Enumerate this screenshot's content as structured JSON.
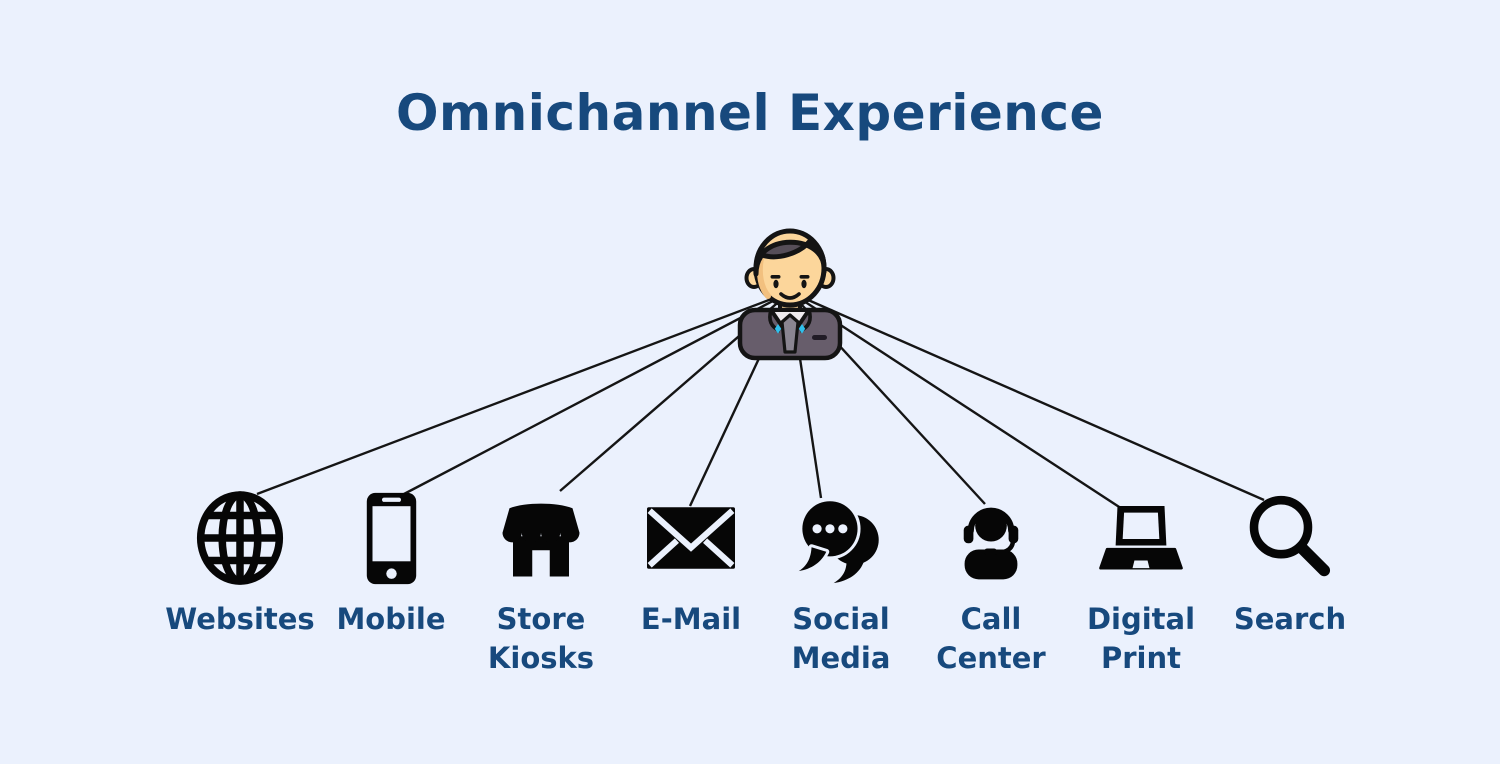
{
  "title": "Omnichannel Experience",
  "person": {
    "icon": "businessman-avatar-icon",
    "role": "customer"
  },
  "channels": [
    {
      "label": "Websites",
      "icon": "globe-icon"
    },
    {
      "label": "Mobile",
      "icon": "smartphone-icon"
    },
    {
      "label": "Store Kiosks",
      "icon": "storefront-icon"
    },
    {
      "label": "E-Mail",
      "icon": "envelope-icon"
    },
    {
      "label": "Social Media",
      "icon": "chat-bubbles-icon"
    },
    {
      "label": "Call Center",
      "icon": "headset-agent-icon"
    },
    {
      "label": "Digital Print",
      "icon": "laptop-icon"
    },
    {
      "label": "Search",
      "icon": "magnifier-icon"
    }
  ],
  "colors": {
    "bg": "#ebf1fd",
    "heading": "#17497d",
    "label": "#17497d",
    "icon": "#060606",
    "line": "#151515",
    "skin": "#fcd69b",
    "skin-shade": "#f2c07f",
    "hair": "#564e58",
    "suit": "#675d6b",
    "shirt": "#efecef",
    "tie": "#8a8591",
    "tie-accent": "#2fc0ec",
    "outline": "#141414"
  }
}
